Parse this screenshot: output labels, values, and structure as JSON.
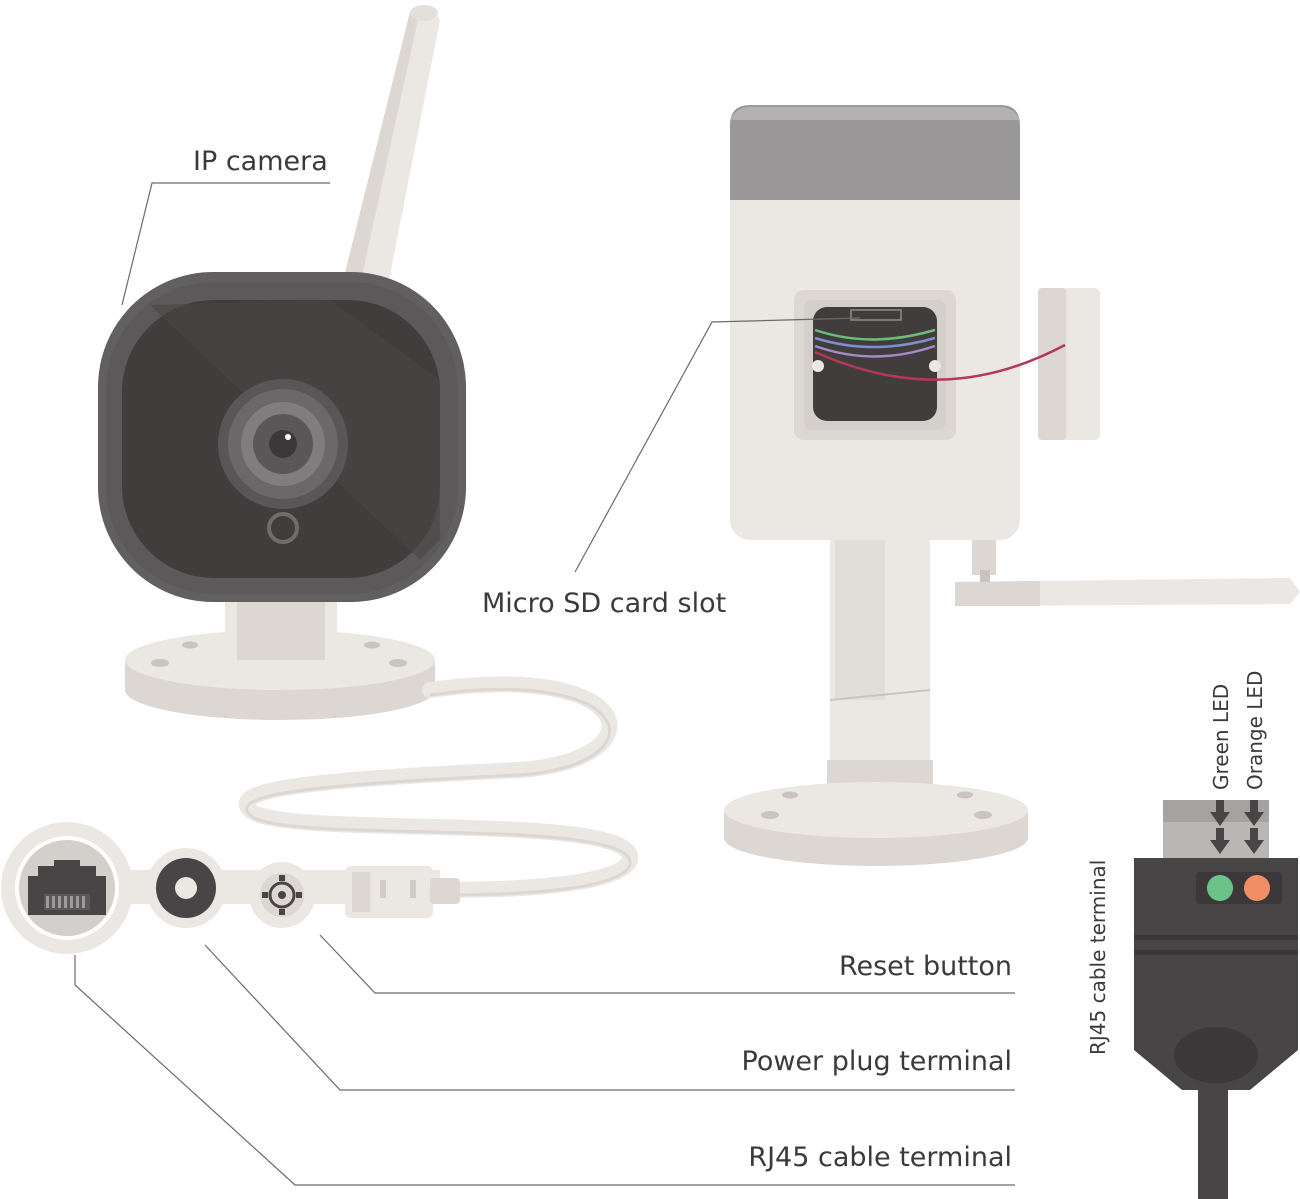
{
  "labels": {
    "ip_camera": "IP camera",
    "micro_sd": "Micro SD card slot",
    "reset_button": "Reset button",
    "power_plug": "Power plug terminal",
    "rj45_terminal": "RJ45 cable terminal",
    "rj45_vertical": "RJ45 cable terminal",
    "green_led": "Green LED",
    "orange_led": "Orange LED"
  },
  "colors": {
    "body_light": "#ebe7e3",
    "body_mid": "#d8d3ce",
    "body_dark_cap": "#9a9899",
    "lens_frame": "#5b595a",
    "lens_face": "#413d3c",
    "connector_dark": "#474545",
    "led_green": "#6cc38a",
    "led_orange": "#f08f67",
    "wire_red": "#b3385c",
    "wire_green": "#6cbf7a",
    "wire_blue": "#7d8fd1",
    "wire_purple": "#a58bc8"
  }
}
